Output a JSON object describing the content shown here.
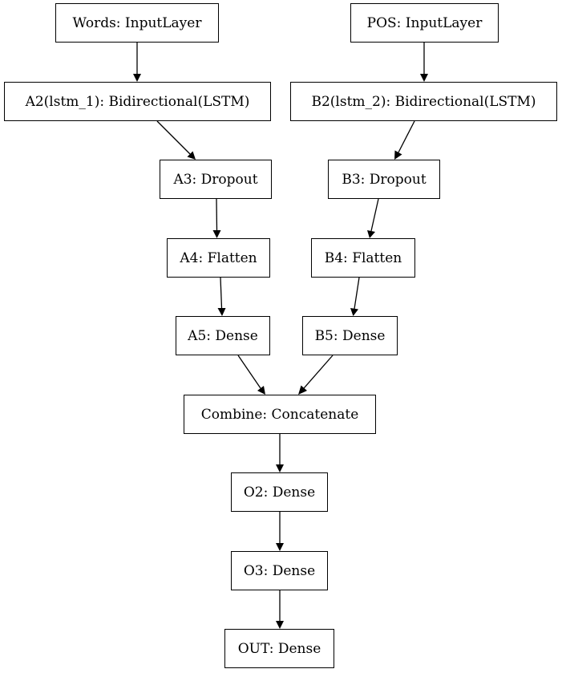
{
  "diagram": {
    "nodes": {
      "words": "Words: InputLayer",
      "pos": "POS: InputLayer",
      "a2": "A2(lstm_1): Bidirectional(LSTM)",
      "b2": "B2(lstm_2): Bidirectional(LSTM)",
      "a3": "A3: Dropout",
      "b3": "B3: Dropout",
      "a4": "A4: Flatten",
      "b4": "B4: Flatten",
      "a5": "A5: Dense",
      "b5": "B5: Dense",
      "combine": "Combine: Concatenate",
      "o2": "O2: Dense",
      "o3": "O3: Dense",
      "out": "OUT: Dense"
    },
    "edges": [
      [
        "words",
        "a2"
      ],
      [
        "pos",
        "b2"
      ],
      [
        "a2",
        "a3"
      ],
      [
        "b2",
        "b3"
      ],
      [
        "a3",
        "a4"
      ],
      [
        "b3",
        "b4"
      ],
      [
        "a4",
        "a5"
      ],
      [
        "b4",
        "b5"
      ],
      [
        "a5",
        "combine"
      ],
      [
        "b5",
        "combine"
      ],
      [
        "combine",
        "o2"
      ],
      [
        "o2",
        "o3"
      ],
      [
        "o3",
        "out"
      ]
    ],
    "colors": {
      "stroke": "#000000",
      "fill": "#ffffff",
      "text": "#000000"
    }
  }
}
